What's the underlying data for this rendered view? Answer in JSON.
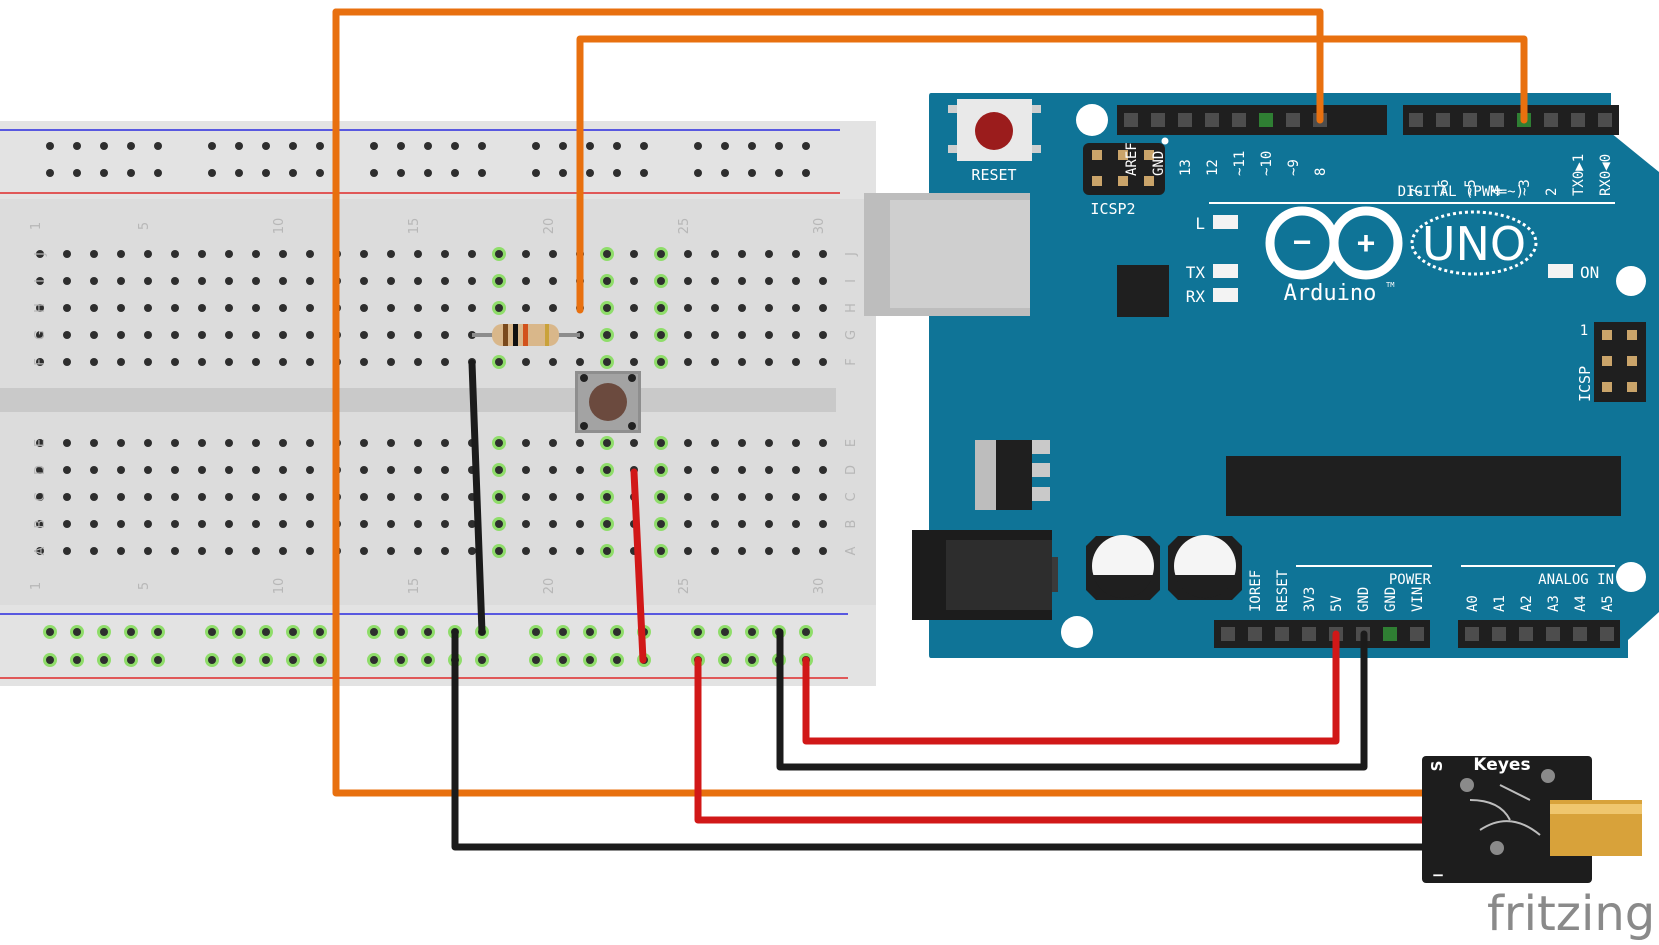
{
  "breadboard": {
    "column_numbers": [
      "1",
      "5",
      "10",
      "15",
      "20",
      "25",
      "30"
    ],
    "row_letters_top": [
      "J",
      "I",
      "H",
      "G",
      "F"
    ],
    "row_letters_bottom": [
      "E",
      "D",
      "C",
      "B",
      "A"
    ]
  },
  "arduino": {
    "reset_label": "RESET",
    "icsp2_label": "ICSP2",
    "icsp_label": "ICSP",
    "icsp_pin1": "1",
    "digital_label": "DIGITAL (PWM=~)",
    "digital_pins_left": [
      "AREF",
      "GND",
      "13",
      "12",
      "~11",
      "~10",
      "~9",
      "8"
    ],
    "digital_pins_right": [
      "7",
      "~6",
      "~5",
      "4",
      "~3",
      "2",
      "TX0▶1",
      "RX0◀0"
    ],
    "led_l": "L",
    "led_tx": "TX",
    "led_rx": "RX",
    "led_on": "ON",
    "brand": "Arduino",
    "trademark": "TM",
    "model": "UNO",
    "logo_minus": "−",
    "logo_plus": "+",
    "power_label": "POWER",
    "power_pins": [
      "IOREF",
      "RESET",
      "3V3",
      "5V",
      "GND",
      "GND",
      "VIN"
    ],
    "analog_label": "ANALOG IN",
    "analog_pins": [
      "A0",
      "A1",
      "A2",
      "A3",
      "A4",
      "A5"
    ]
  },
  "laser_module": {
    "brand": "Keyes",
    "pin_s": "S",
    "pin_minus": "−"
  },
  "watermark": "fritzing",
  "colors": {
    "board_blue": "#0f7497",
    "wire_orange": "#e8700f",
    "wire_red": "#d11818",
    "wire_black": "#1b1b1b",
    "breadboard_bg": "#dcdcdc",
    "active_hole": "#8fdd6a"
  }
}
